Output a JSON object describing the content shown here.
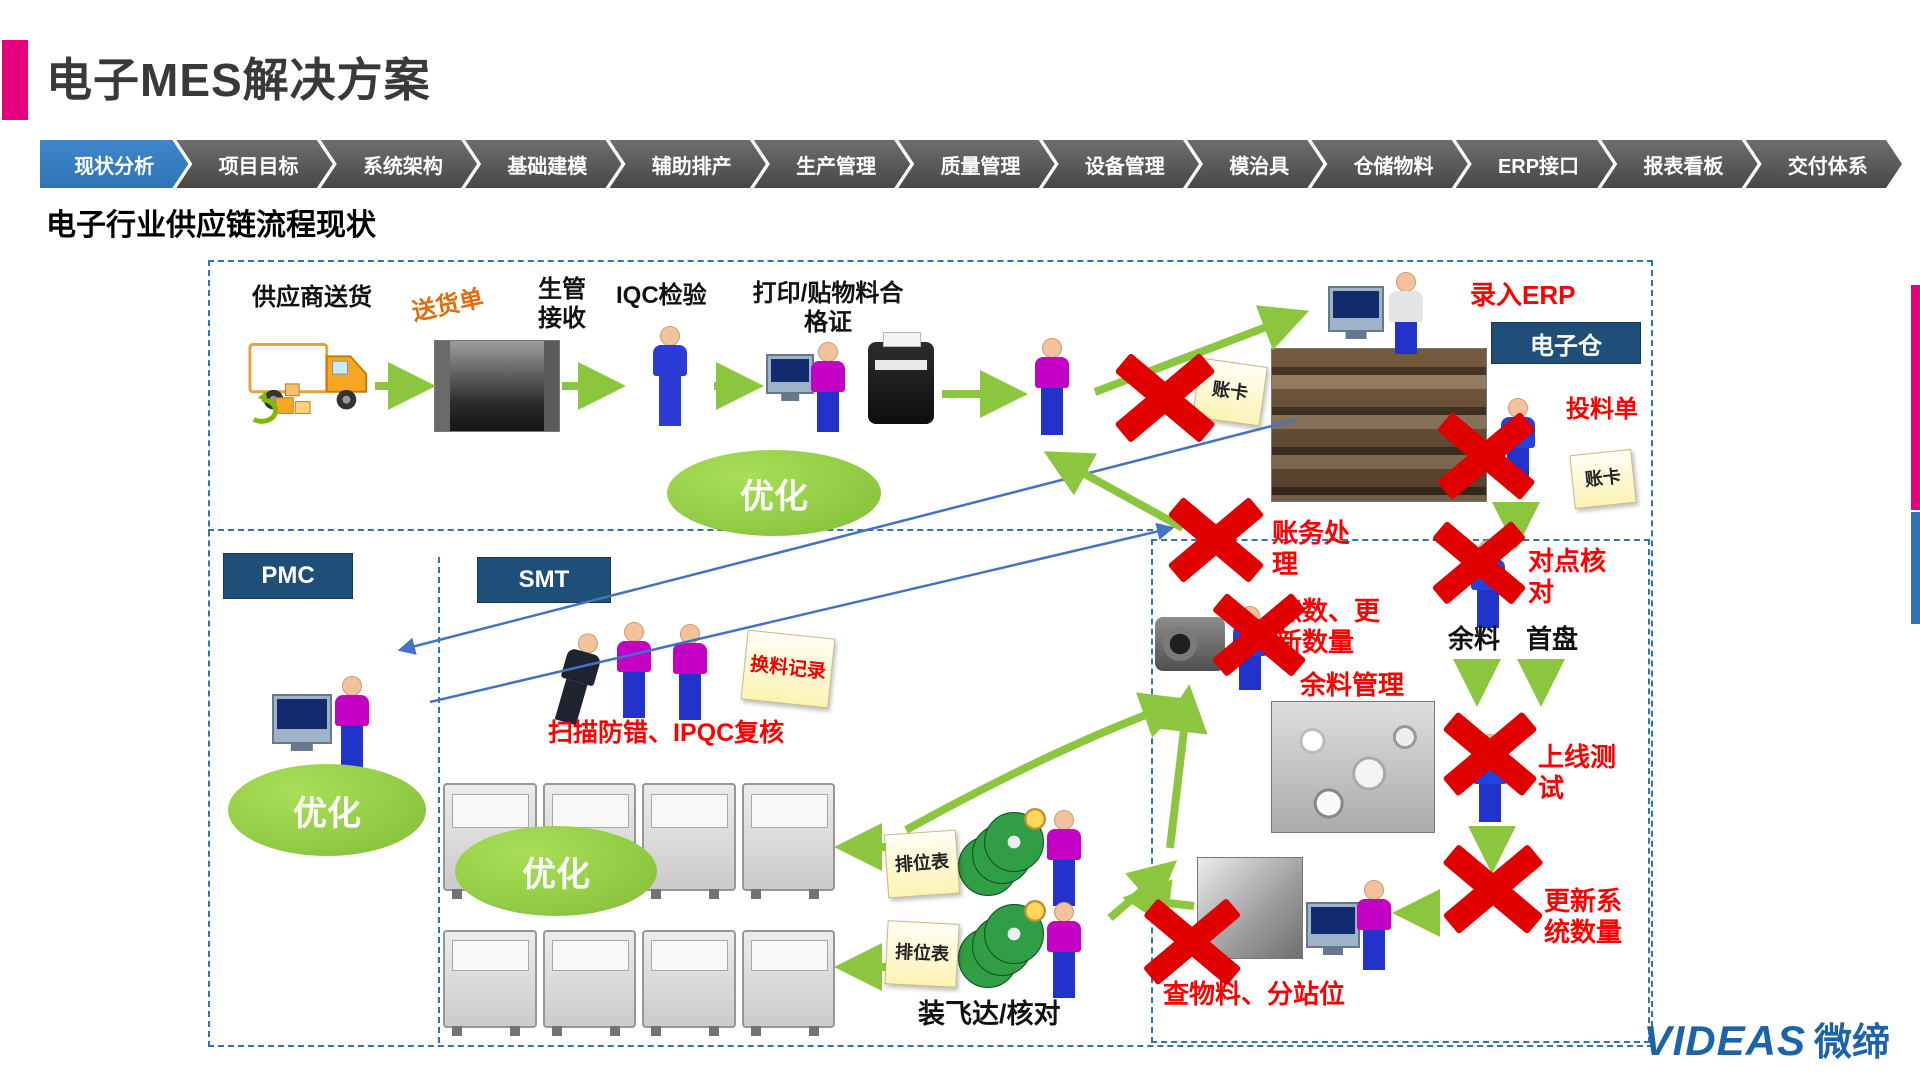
{
  "palette": {
    "accent": "#E6007E",
    "nav_active": "#2E75B6",
    "nav_inactive": "#575757",
    "flow_border": "#2E75B6",
    "optimize_green": "#8CC63F",
    "alert_red": "#E10000",
    "text_red": "#FF0000",
    "label_navy": "#1F4E79",
    "logo_blue": "#1C63A7"
  },
  "header": {
    "title": "电子MES解决方案"
  },
  "nav": {
    "items": [
      {
        "label": "现状分析",
        "active": true
      },
      {
        "label": "项目目标"
      },
      {
        "label": "系统架构"
      },
      {
        "label": "基础建模"
      },
      {
        "label": "辅助排产"
      },
      {
        "label": "生产管理"
      },
      {
        "label": "质量管理"
      },
      {
        "label": "设备管理"
      },
      {
        "label": "模治具"
      },
      {
        "label": "仓储物料"
      },
      {
        "label": "ERP接口"
      },
      {
        "label": "报表看板"
      },
      {
        "label": "交付体系"
      }
    ]
  },
  "section_title": "电子行业供应链流程现状",
  "diagram": {
    "optimize_label": "优化",
    "top": {
      "supplier": "供应商送货",
      "delivery_note": "送货单",
      "receive": "生管\n接收",
      "iqc": "IQC检验",
      "print_cert": "打印/贴物料合\n格证",
      "erp_entry": "录入ERP",
      "e_warehouse": "电子仓",
      "feed_note": "投料单",
      "card_a": "账卡",
      "card_b": "账卡"
    },
    "pmc": {
      "label": "PMC"
    },
    "smt": {
      "label": "SMT",
      "change_record": "换料记录",
      "scan_check": "扫描防错、IPQC复核",
      "seat_table": "排位表",
      "feeder_check": "装飞达/核对"
    },
    "right": {
      "account": "账务处\n理",
      "counting": "点数、更\n新数量",
      "surplus_mgmt": "余料管理",
      "point_check": "对点核\n对",
      "surplus": "余料",
      "first_reel": "首盘",
      "online_test": "上线测\n试",
      "update_sys": "更新系\n统数量",
      "query": "查物料、分站位"
    }
  },
  "footer": {
    "logo_en": "VIDEAS",
    "logo_cn": "微缔"
  }
}
